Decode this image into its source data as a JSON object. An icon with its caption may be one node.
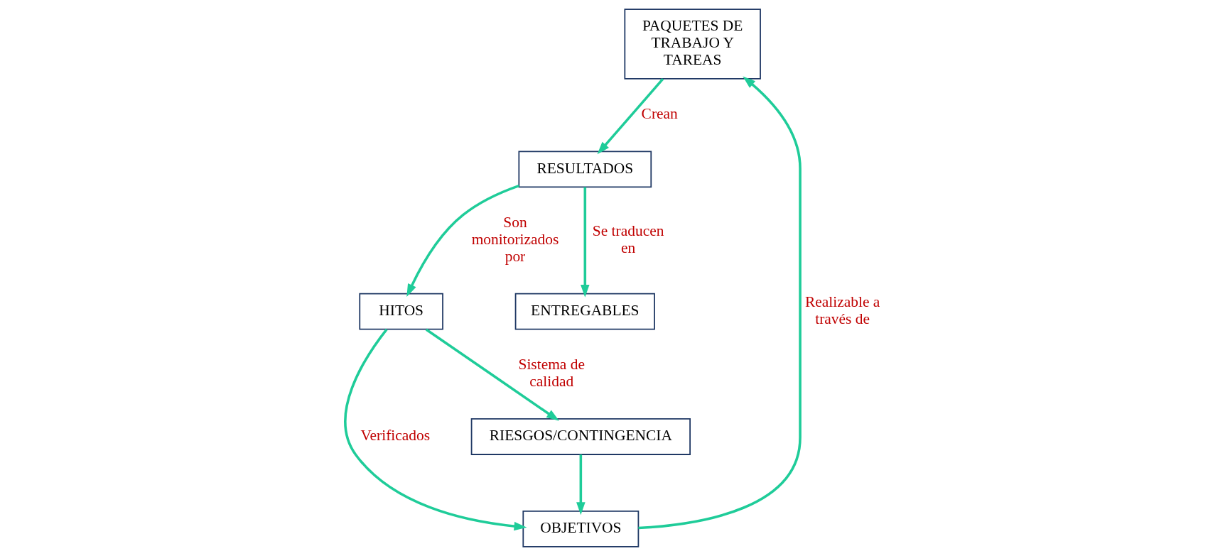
{
  "diagram": {
    "nodes": [
      {
        "text": [
          "PAQUETES DE TRABAJO Y TAREAS"
        ]
      },
      {
        "text": [
          "OBJETIVOS"
        ]
      },
      {
        "text": [
          "RESULTADOS"
        ]
      },
      {
        "text": [
          "HITOS"
        ]
      },
      {
        "text": [
          "ENTREGABLES"
        ]
      },
      {
        "text": [
          "RIESGOS/CONTINGENCIA"
        ]
      }
    ],
    "edges": [
      {
        "from": 1,
        "to": 0,
        "arrow": "to",
        "label": "Realizable a través de"
      },
      {
        "from": 0,
        "to": 2,
        "arrow": "to",
        "label": "Crean"
      },
      {
        "from": 2,
        "to": 3,
        "arrow": "to",
        "label": "Son monitorizados por"
      },
      {
        "from": 2,
        "to": 4,
        "arrow": "to",
        "label": "Se traducen en"
      },
      {
        "from": 3,
        "to": 1,
        "arrow": "to",
        "label": "Verificados"
      },
      {
        "from": 3,
        "to": 5,
        "arrow": "to",
        "label": "Sistema de calidad"
      },
      {
        "from": 5,
        "to": 1,
        "arrow": "to"
      }
    ]
  }
}
